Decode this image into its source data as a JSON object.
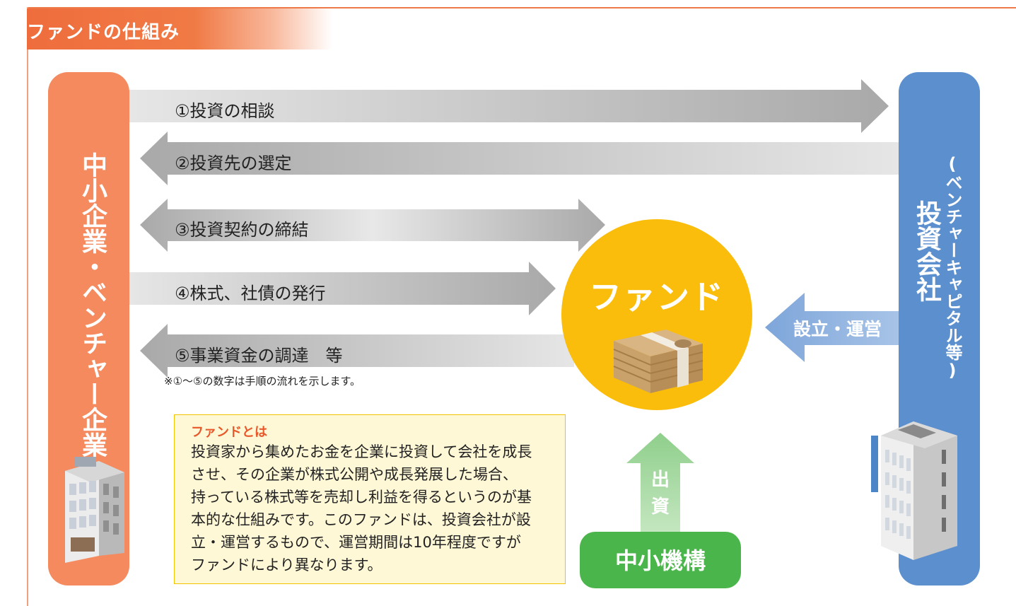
{
  "title": "ファンドの仕組み",
  "left_column": {
    "label": "中小企業・ベンチャー企業",
    "color": "#f48a5e"
  },
  "right_column": {
    "label_main": "投資会社",
    "label_sub": "(ベンチャーキャピタル等)",
    "color": "#5b8fce"
  },
  "arrows": [
    {
      "label": "①投資の相談",
      "direction": "right"
    },
    {
      "label": "②投資先の選定",
      "direction": "left"
    },
    {
      "label": "③投資契約の締結",
      "direction": "both"
    },
    {
      "label": "④株式、社債の発行",
      "direction": "right"
    },
    {
      "label": "⑤事業資金の調達　等",
      "direction": "left"
    }
  ],
  "note": "※①～⑤の数字は手順の流れを示します。",
  "fund": {
    "label": "ファンド",
    "icon": "money-bundle-icon",
    "color": "#fbbd0c"
  },
  "setup_arrow": {
    "label": "設立・運営",
    "color": "#8fb2e0"
  },
  "investment_arrow": {
    "label": "出資",
    "color": "#9ed39a"
  },
  "organization": {
    "label": "中小機構",
    "color": "#4ab54a"
  },
  "info": {
    "heading": "ファンドとは",
    "lines": [
      "投資家から集めたお金を企業に投資して会社を成長",
      "させ、その企業が株式公開や成長発展した場合、",
      "持っている株式等を売却し利益を得るというのが基",
      "本的な仕組みです。このファンドは、投資会社が設",
      "立・運営するもので、運営期間は10年程度ですが",
      "ファンドにより異なります。"
    ]
  }
}
